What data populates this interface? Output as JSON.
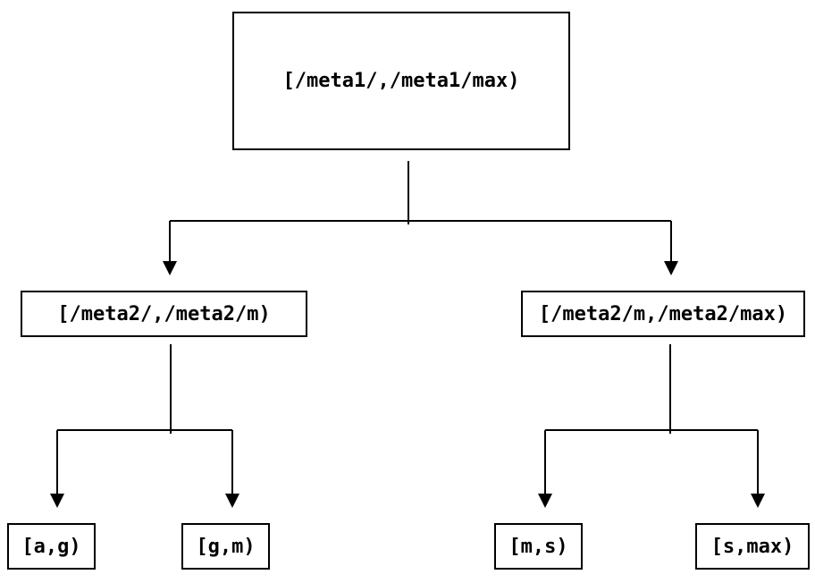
{
  "diagram": {
    "type": "tree",
    "background_color": "#ffffff",
    "line_color": "#000000",
    "text_color": "#000000",
    "nodes": {
      "root": {
        "label": "[/meta1/,/meta1/max)"
      },
      "meta2_left": {
        "label": "[/meta2/,/meta2/m)"
      },
      "meta2_right": {
        "label": "[/meta2/m,/meta2/max)"
      },
      "leaf_a_g": {
        "label": "[a,g)"
      },
      "leaf_g_m": {
        "label": "[g,m)"
      },
      "leaf_m_s": {
        "label": "[m,s)"
      },
      "leaf_s_max": {
        "label": "[s,max)"
      }
    },
    "edges": [
      {
        "from": "root",
        "to": "meta2_left"
      },
      {
        "from": "root",
        "to": "meta2_right"
      },
      {
        "from": "meta2_left",
        "to": "leaf_a_g"
      },
      {
        "from": "meta2_left",
        "to": "leaf_g_m"
      },
      {
        "from": "meta2_right",
        "to": "leaf_m_s"
      },
      {
        "from": "meta2_right",
        "to": "leaf_s_max"
      }
    ]
  }
}
